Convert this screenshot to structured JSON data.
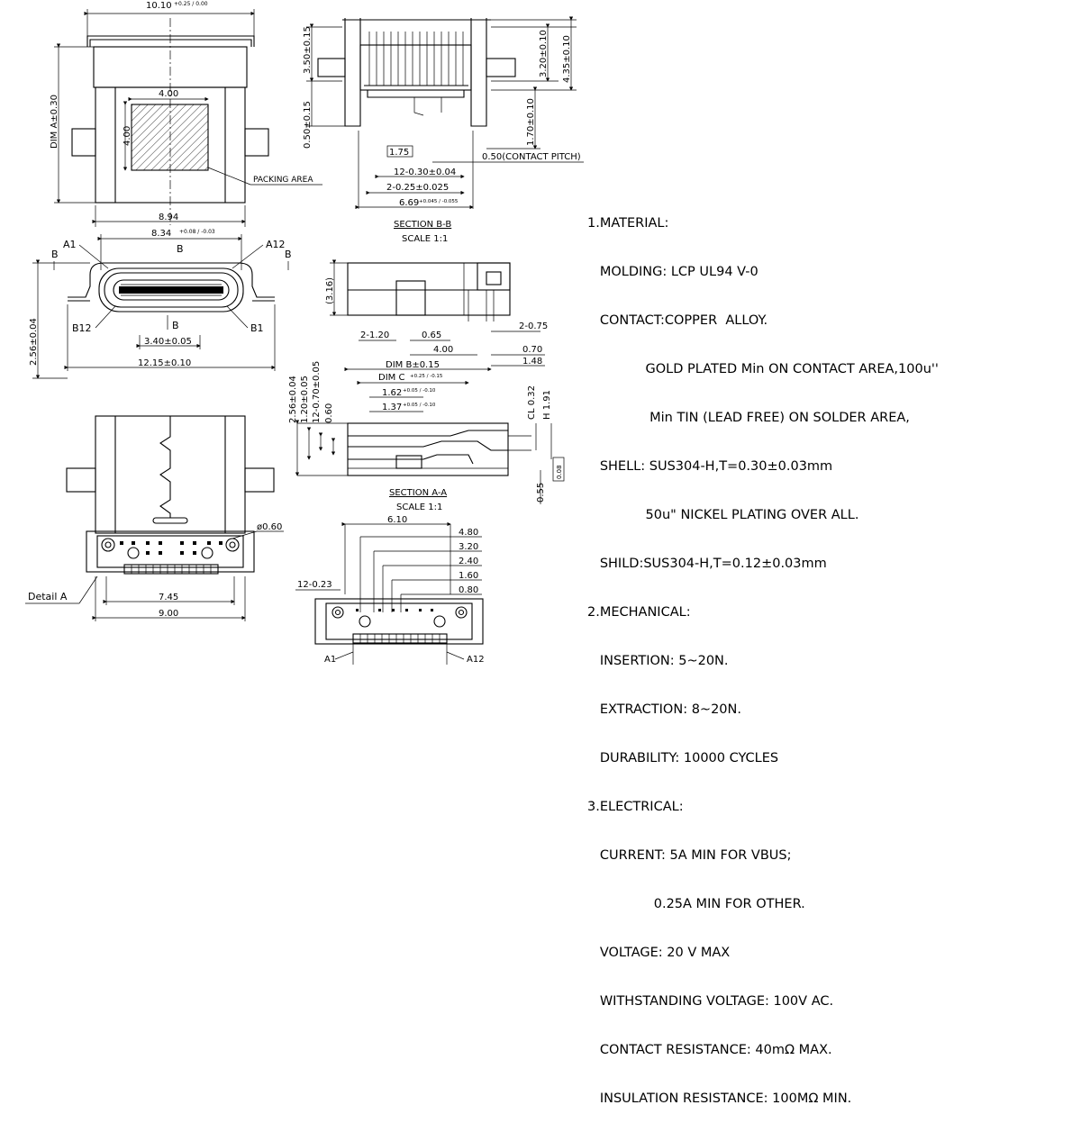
{
  "top_view": {
    "width_dim": "10.10",
    "width_tol": "+0.25 / 0.00",
    "height_dim": "DIM A±0.30",
    "pad_w": "4.00",
    "pad_h": "4.00",
    "packing_label": "PACKING AREA",
    "base_dim": "8.94"
  },
  "front_view": {
    "width_dim": "8.34",
    "width_tol": "+0.08 / -0.03",
    "label_a1": "A1",
    "label_a12": "A12",
    "label_b12": "B12",
    "label_b1": "B1",
    "section_marker": "B",
    "inner_dim": "3.40±0.05",
    "overall_dim": "12.15±0.10",
    "height_dim": "2.56±0.04"
  },
  "bottom_view": {
    "hole_dim": "ø0.60",
    "detail_label": "Detail A",
    "dim_inner": "7.45",
    "dim_outer": "9.00"
  },
  "section_bb": {
    "dim_left_top": "3.50±0.15",
    "dim_left_bottom": "0.50±0.15",
    "dim_right_1": "3.20±0.10",
    "dim_right_2": "4.35±0.10",
    "dim_right_3": "1.70±0.10",
    "box": "1.75",
    "pitch": "0.50(CONTACT PITCH)",
    "dim_a": "12-0.30±0.04",
    "dim_b": "2-0.25±0.025",
    "dim_c": "6.69",
    "dim_c_tol": "+0.045 / -0.055",
    "title": "SECTION B-B",
    "scale": "SCALE 1:1"
  },
  "side_view": {
    "height": "(3.16)",
    "d1": "2-1.20",
    "d2": "0.65",
    "d3": "2-0.75",
    "d4": "4.00",
    "d5": "0.70",
    "d6": "1.48",
    "dim_b": "DIM B±0.15"
  },
  "section_aa": {
    "dim_c": "DIM C",
    "dim_c_tol": "+0.25 / -0.15",
    "d162": "1.62",
    "d162_tol": "+0.05 / -0.10",
    "d137": "1.37",
    "d137_tol": "+0.05 / -0.10",
    "v1": "2.56±0.04",
    "v2": "1.20±0.05",
    "v3": "12-0.70±0.05",
    "v4": "0.60",
    "cl": "CL 0.32",
    "h": "H 1.91",
    "d055": "0.55",
    "flat": "0.08",
    "title": "SECTION A-A",
    "scale": "SCALE 1:1"
  },
  "detail_view": {
    "d610": "6.10",
    "d480": "4.80",
    "d320": "3.20",
    "d240": "2.40",
    "d160": "1.60",
    "d080": "0.80",
    "d1223": "12-0.23",
    "a1": "A1",
    "a12": "A12"
  },
  "notes": [
    "1.MATERIAL:",
    "   MOLDING: LCP UL94 V-0",
    "   CONTACT:COPPER  ALLOY.",
    "              GOLD PLATED Min ON CONTACT AREA,100u''",
    "               Min TIN (LEAD FREE) ON SOLDER AREA,",
    "   SHELL: SUS304-H,T=0.30±0.03mm",
    "              50u\" NICKEL PLATING OVER ALL.",
    "   SHILD:SUS304-H,T=0.12±0.03mm",
    "2.MECHANICAL:",
    "   INSERTION: 5~20N.",
    "   EXTRACTION: 8~20N.",
    "   DURABILITY: 10000 CYCLES",
    "3.ELECTRICAL:",
    "   CURRENT: 5A MIN FOR VBUS;",
    "                0.25A MIN FOR OTHER.",
    "   VOLTAGE: 20 V MAX",
    "   WITHSTANDING VOLTAGE: 100V AC.",
    "   CONTACT RESISTANCE: 40mΩ MAX.",
    "   INSULATION RESISTANCE: 100MΩ MIN."
  ]
}
